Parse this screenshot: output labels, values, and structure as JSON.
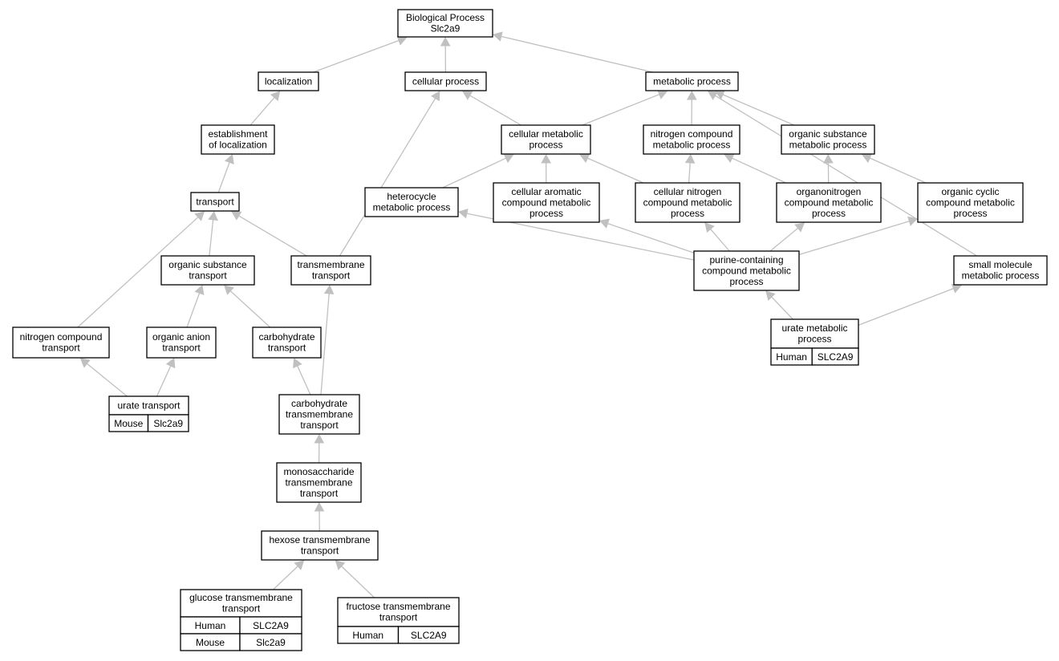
{
  "colors": {
    "edge": "#c0c0c0",
    "human": "#ff6347",
    "mouse": "#add8e6"
  },
  "nodes": [
    {
      "id": "root",
      "lines": [
        "Biological Process",
        "Slc2a9"
      ]
    },
    {
      "id": "localization",
      "lines": [
        "localization"
      ]
    },
    {
      "id": "cellular-process",
      "lines": [
        "cellular process"
      ]
    },
    {
      "id": "metabolic-process",
      "lines": [
        "metabolic process"
      ]
    },
    {
      "id": "establishment-of-localization",
      "lines": [
        "establishment",
        "of localization"
      ]
    },
    {
      "id": "cellular-metabolic-process",
      "lines": [
        "cellular metabolic",
        "process"
      ]
    },
    {
      "id": "nitrogen-compound-metabolic-process",
      "lines": [
        "nitrogen compound",
        "metabolic process"
      ]
    },
    {
      "id": "organic-substance-metabolic-process",
      "lines": [
        "organic substance",
        "metabolic process"
      ]
    },
    {
      "id": "transport",
      "lines": [
        "transport"
      ]
    },
    {
      "id": "heterocycle-metabolic-process",
      "lines": [
        "heterocycle",
        "metabolic process"
      ]
    },
    {
      "id": "cellular-aromatic-compound-metabolic-process",
      "lines": [
        "cellular aromatic",
        "compound metabolic",
        "process"
      ]
    },
    {
      "id": "cellular-nitrogen-compound-metabolic-process",
      "lines": [
        "cellular nitrogen",
        "compound metabolic",
        "process"
      ]
    },
    {
      "id": "organonitrogen-compound-metabolic-process",
      "lines": [
        "organonitrogen",
        "compound metabolic",
        "process"
      ]
    },
    {
      "id": "organic-cyclic-compound-metabolic-process",
      "lines": [
        "organic cyclic",
        "compound metabolic",
        "process"
      ]
    },
    {
      "id": "organic-substance-transport",
      "lines": [
        "organic substance",
        "transport"
      ]
    },
    {
      "id": "transmembrane-transport",
      "lines": [
        "transmembrane",
        "transport"
      ]
    },
    {
      "id": "purine-containing-compound-metabolic-process",
      "lines": [
        "purine-containing",
        "compound metabolic",
        "process"
      ]
    },
    {
      "id": "small-molecule-metabolic-process",
      "lines": [
        "small molecule",
        "metabolic process"
      ]
    },
    {
      "id": "nitrogen-compound-transport",
      "lines": [
        "nitrogen compound",
        "transport"
      ]
    },
    {
      "id": "organic-anion-transport",
      "lines": [
        "organic anion",
        "transport"
      ]
    },
    {
      "id": "carbohydrate-transport",
      "lines": [
        "carbohydrate",
        "transport"
      ]
    },
    {
      "id": "urate-metabolic-process",
      "lines": [
        "urate metabolic",
        "process"
      ],
      "annotations": [
        {
          "species": "Human",
          "gene": "SLC2A9"
        }
      ]
    },
    {
      "id": "urate-transport",
      "lines": [
        "urate transport"
      ],
      "annotations": [
        {
          "species": "Mouse",
          "gene": "Slc2a9"
        }
      ]
    },
    {
      "id": "carbohydrate-transmembrane-transport",
      "lines": [
        "carbohydrate",
        "transmembrane",
        "transport"
      ]
    },
    {
      "id": "monosaccharide-transmembrane-transport",
      "lines": [
        "monosaccharide",
        "transmembrane",
        "transport"
      ]
    },
    {
      "id": "hexose-transmembrane-transport",
      "lines": [
        "hexose transmembrane",
        "transport"
      ]
    },
    {
      "id": "glucose-transmembrane-transport",
      "lines": [
        "glucose transmembrane",
        "transport"
      ],
      "annotations": [
        {
          "species": "Human",
          "gene": "SLC2A9"
        },
        {
          "species": "Mouse",
          "gene": "Slc2a9"
        }
      ]
    },
    {
      "id": "fructose-transmembrane-transport",
      "lines": [
        "fructose transmembrane",
        "transport"
      ],
      "annotations": [
        {
          "species": "Human",
          "gene": "SLC2A9"
        }
      ]
    }
  ],
  "edges": [
    [
      "localization",
      "root"
    ],
    [
      "cellular-process",
      "root"
    ],
    [
      "metabolic-process",
      "root"
    ],
    [
      "establishment-of-localization",
      "localization"
    ],
    [
      "cellular-metabolic-process",
      "cellular-process"
    ],
    [
      "cellular-metabolic-process",
      "metabolic-process"
    ],
    [
      "nitrogen-compound-metabolic-process",
      "metabolic-process"
    ],
    [
      "organic-substance-metabolic-process",
      "metabolic-process"
    ],
    [
      "small-molecule-metabolic-process",
      "metabolic-process"
    ],
    [
      "transport",
      "establishment-of-localization"
    ],
    [
      "heterocycle-metabolic-process",
      "cellular-metabolic-process"
    ],
    [
      "cellular-aromatic-compound-metabolic-process",
      "cellular-metabolic-process"
    ],
    [
      "cellular-nitrogen-compound-metabolic-process",
      "cellular-metabolic-process"
    ],
    [
      "cellular-nitrogen-compound-metabolic-process",
      "nitrogen-compound-metabolic-process"
    ],
    [
      "organonitrogen-compound-metabolic-process",
      "nitrogen-compound-metabolic-process"
    ],
    [
      "organonitrogen-compound-metabolic-process",
      "organic-substance-metabolic-process"
    ],
    [
      "organic-cyclic-compound-metabolic-process",
      "organic-substance-metabolic-process"
    ],
    [
      "organic-substance-transport",
      "transport"
    ],
    [
      "transmembrane-transport",
      "transport"
    ],
    [
      "transmembrane-transport",
      "cellular-process"
    ],
    [
      "nitrogen-compound-transport",
      "transport"
    ],
    [
      "purine-containing-compound-metabolic-process",
      "heterocycle-metabolic-process"
    ],
    [
      "purine-containing-compound-metabolic-process",
      "cellular-aromatic-compound-metabolic-process"
    ],
    [
      "purine-containing-compound-metabolic-process",
      "cellular-nitrogen-compound-metabolic-process"
    ],
    [
      "purine-containing-compound-metabolic-process",
      "organonitrogen-compound-metabolic-process"
    ],
    [
      "purine-containing-compound-metabolic-process",
      "organic-cyclic-compound-metabolic-process"
    ],
    [
      "organic-anion-transport",
      "organic-substance-transport"
    ],
    [
      "carbohydrate-transport",
      "organic-substance-transport"
    ],
    [
      "urate-metabolic-process",
      "purine-containing-compound-metabolic-process"
    ],
    [
      "urate-metabolic-process",
      "small-molecule-metabolic-process"
    ],
    [
      "urate-transport",
      "nitrogen-compound-transport"
    ],
    [
      "urate-transport",
      "organic-anion-transport"
    ],
    [
      "carbohydrate-transmembrane-transport",
      "carbohydrate-transport"
    ],
    [
      "carbohydrate-transmembrane-transport",
      "transmembrane-transport"
    ],
    [
      "monosaccharide-transmembrane-transport",
      "carbohydrate-transmembrane-transport"
    ],
    [
      "hexose-transmembrane-transport",
      "monosaccharide-transmembrane-transport"
    ],
    [
      "glucose-transmembrane-transport",
      "hexose-transmembrane-transport"
    ],
    [
      "fructose-transmembrane-transport",
      "hexose-transmembrane-transport"
    ]
  ]
}
